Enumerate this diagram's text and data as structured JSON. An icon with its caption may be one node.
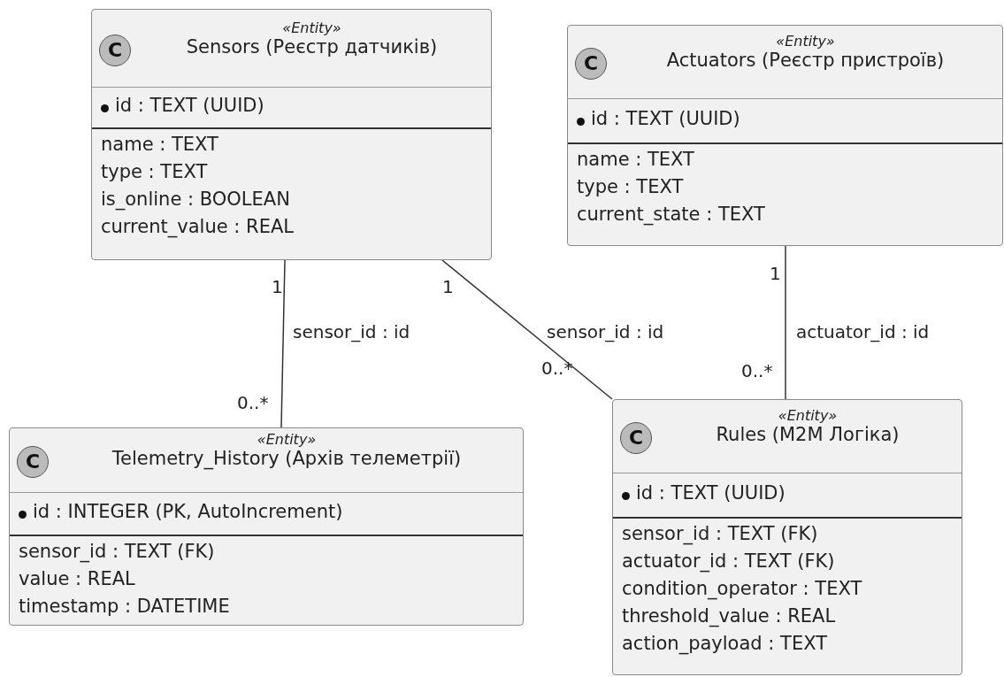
{
  "diagram": {
    "nodes": [
      {
        "text": [
          "C",
          "«Entity»",
          "Sensors (Реєстр датчиків)",
          "id : TEXT (UUID)",
          "name : TEXT",
          "type : TEXT",
          "is_online : BOOLEAN",
          "current_value : REAL"
        ]
      },
      {
        "text": [
          "C",
          "«Entity»",
          "Actuators (Реєстр пристроїв)",
          "id : TEXT (UUID)",
          "name : TEXT",
          "type : TEXT",
          "current_state : TEXT"
        ]
      },
      {
        "text": [
          "C",
          "«Entity»",
          "Telemetry_History (Архів телеметрії)",
          "id : INTEGER (PK, AutoIncrement)",
          "sensor_id : TEXT (FK)",
          "value : REAL",
          "timestamp : DATETIME"
        ]
      },
      {
        "text": [
          "C",
          "«Entity»",
          "Rules (M2M Логіка)",
          "id : TEXT (UUID)",
          "sensor_id : TEXT (FK)",
          "actuator_id : TEXT (FK)",
          "condition_operator : TEXT",
          "threshold_value : REAL",
          "action_payload : TEXT"
        ]
      }
    ],
    "edges": [
      {
        "from": 0,
        "to": 2,
        "arrow": "none",
        "label": "sensor_id : id"
      },
      {
        "from": 0,
        "to": 3,
        "arrow": "none",
        "label": "sensor_id : id"
      },
      {
        "from": 1,
        "to": 3,
        "arrow": "none",
        "label": "actuator_id : id"
      }
    ],
    "labels": [
      "1",
      "1",
      "1",
      "0..*",
      "0..*",
      "0..*"
    ]
  }
}
